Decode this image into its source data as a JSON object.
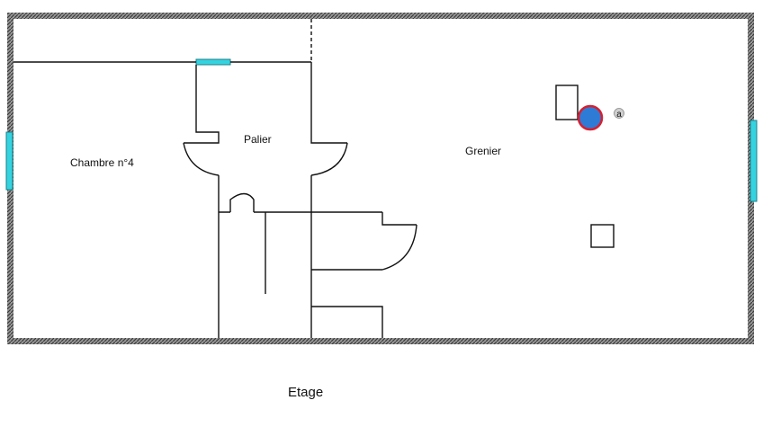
{
  "rooms": {
    "chambre": "Chambre n°4",
    "palier": "Palier",
    "grenier": "Grenier"
  },
  "marker": "a",
  "caption": "Etage",
  "colors": {
    "wall": "#444444",
    "line": "#111111",
    "window": "#35d3df",
    "marker_fill": "#2e7bd6",
    "marker_stroke": "#d42030"
  }
}
